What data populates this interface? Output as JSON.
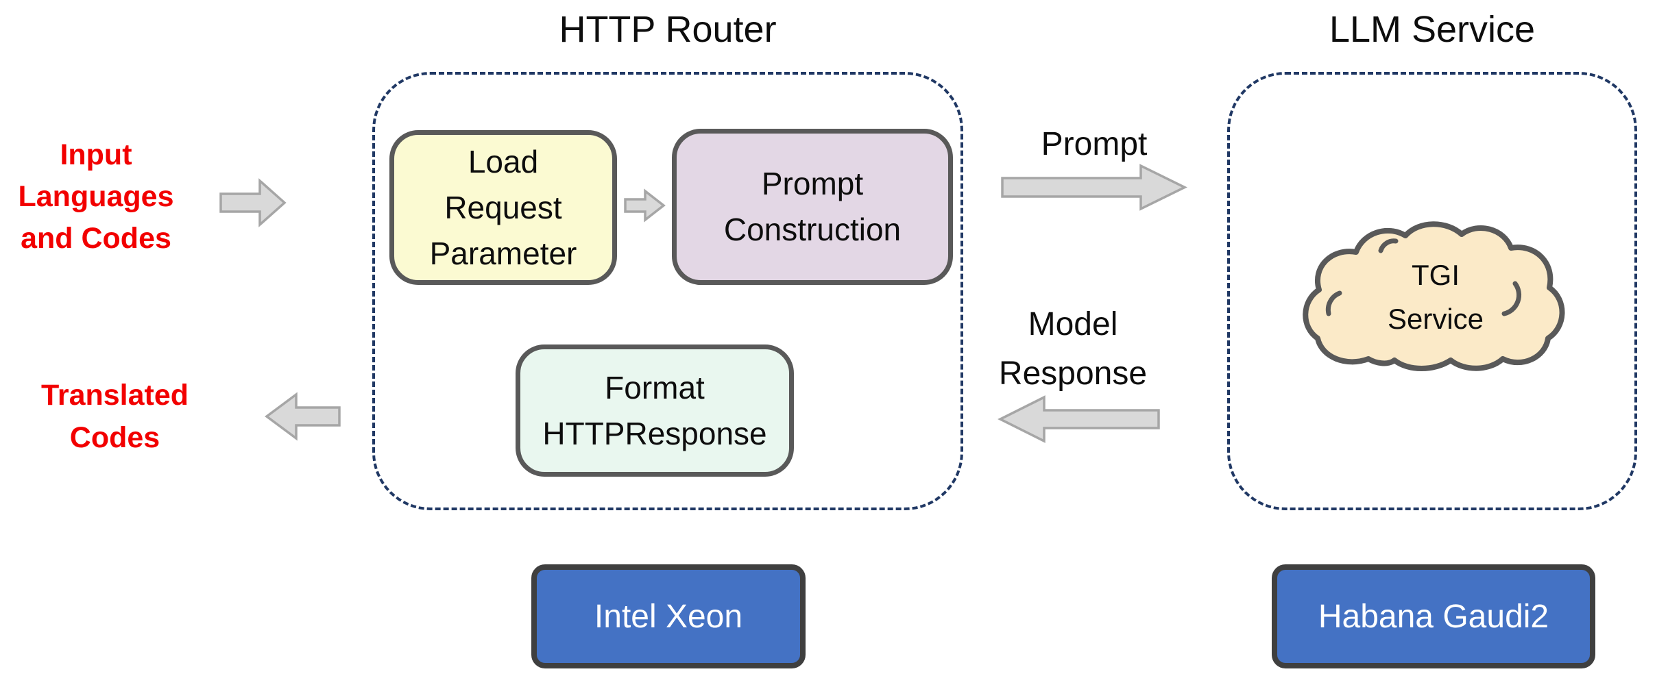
{
  "colors": {
    "red": "#F20000",
    "dashed_border": "#203864",
    "box_border": "#595959",
    "yellow_fill": "#FBFAD2",
    "purple_fill": "#E3D7E5",
    "mint_fill": "#E9F7EF",
    "cloud_fill": "#FBEAC8",
    "blue_fill": "#4472C4",
    "blue_border": "#3F3F3F",
    "arrow_fill": "#D9D9D9",
    "arrow_border": "#A6A6A6"
  },
  "flows": {
    "input_label": "Input\nLanguages\nand Codes",
    "output_label": "Translated\nCodes",
    "prompt_label": "Prompt",
    "response_label": "Model\nResponse"
  },
  "http_router": {
    "title": "HTTP Router",
    "nodes": {
      "load_request_parameter": "Load\nRequest\nParameter",
      "prompt_construction": "Prompt\nConstruction",
      "format_http_response": "Format\nHTTPResponse"
    },
    "platform": "Intel Xeon"
  },
  "llm_service": {
    "title": "LLM Service",
    "cloud_label": "TGI\nService",
    "platform": "Habana Gaudi2"
  }
}
